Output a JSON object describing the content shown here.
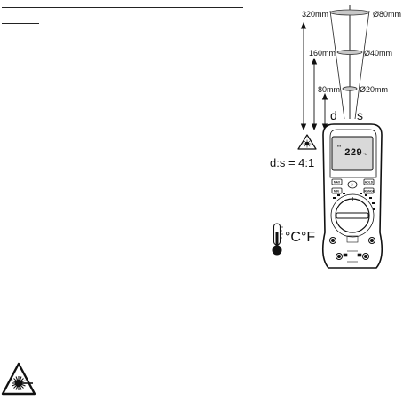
{
  "distances": {
    "d320": "320mm",
    "d160": "160mm",
    "d80": "80mm"
  },
  "spots": {
    "s80": "Ø80mm",
    "s40": "Ø40mm",
    "s20": "Ø20mm"
  },
  "labels": {
    "d": "d",
    "s": "s",
    "ratio": "d:s = 4:1",
    "temperature_units": "°C°F"
  },
  "meter": {
    "display_value": "229",
    "display_unit": "°C",
    "top_left_buttons": [
      "MAX",
      "MIN"
    ],
    "top_right_buttons": [
      "HOLD",
      "RANGE"
    ],
    "center_button": "☼"
  },
  "icons": [
    "laser-warning-icon",
    "thermometer-icon",
    "laser-hazard-icon"
  ]
}
